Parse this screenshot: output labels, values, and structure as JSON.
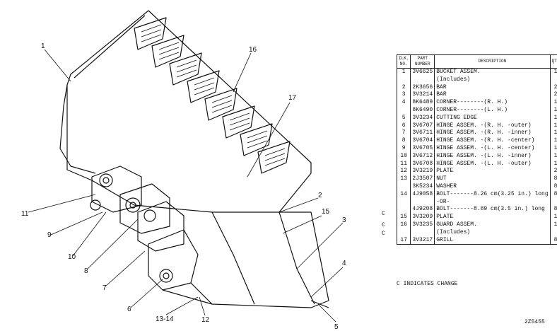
{
  "table": {
    "headers": {
      "no": "ILK. NO.",
      "part": "PART NUMBER",
      "desc": "DESCRIPTION",
      "qty": "QTY"
    },
    "rows": [
      {
        "no": "1",
        "part": "3V6625",
        "desc": "BUCKET ASSEM.",
        "qty": "1"
      },
      {
        "no": "",
        "part": "",
        "desc": "(Includes)",
        "qty": ""
      },
      {
        "no": "2",
        "part": "2K3656",
        "desc": "BAR",
        "qty": "2"
      },
      {
        "no": "3",
        "part": "3V3214",
        "desc": "BAR",
        "qty": "2"
      },
      {
        "no": "4",
        "part": "8K6489",
        "desc": "CORNER--------(R. H.)",
        "qty": "1"
      },
      {
        "no": "",
        "part": "8K6490",
        "desc": "CORNER--------(L. H.)",
        "qty": "1"
      },
      {
        "no": "5",
        "part": "3V3234",
        "desc": "CUTTING EDGE",
        "qty": "1"
      },
      {
        "no": "6",
        "part": "3V6707",
        "desc": "HINGE ASSEM. -(R. H. -outer)",
        "qty": "1"
      },
      {
        "no": "7",
        "part": "3V6711",
        "desc": "HINGE ASSEM. -(R. H. -inner)",
        "qty": "1"
      },
      {
        "no": "8",
        "part": "3V6704",
        "desc": "HINGE ASSEM. -(R. H. -center)",
        "qty": "1"
      },
      {
        "no": "9",
        "part": "3V6705",
        "desc": "HINGE ASSEM. -(L. H. -center)",
        "qty": "1"
      },
      {
        "no": "10",
        "part": "3V6712",
        "desc": "HINGE ASSEM. -(L. H. -inner)",
        "qty": "1"
      },
      {
        "no": "11",
        "part": "3V6708",
        "desc": "HINGE ASSEM. -(L. H. -outer)",
        "qty": "1"
      },
      {
        "no": "12",
        "part": "3V3219",
        "desc": "PLATE",
        "qty": "2"
      },
      {
        "no": "13",
        "part": "2J3507",
        "desc": "NUT",
        "qty": "8"
      },
      {
        "no": "",
        "part": "3K5234",
        "desc": "WASHER",
        "qty": "8"
      },
      {
        "no": "14",
        "part": "4J9058",
        "desc": "BOLT-------8.26 cm(3.25 in.) long",
        "qty": "8"
      },
      {
        "no": "",
        "part": "",
        "desc": "-OR-",
        "qty": ""
      },
      {
        "no": "",
        "part": "4J9208",
        "desc": "BOLT-------8.89 cm(3.5 in.) long",
        "qty": "8"
      },
      {
        "no": "15",
        "part": "3V3209",
        "desc": "PLATE",
        "qty": "1"
      },
      {
        "no": "16",
        "part": "3V3235",
        "desc": "GUARD ASSEM.",
        "qty": "1"
      },
      {
        "no": "",
        "part": "",
        "desc": "(Includes)",
        "qty": ""
      },
      {
        "no": "17",
        "part": "3V3217",
        "desc": "GRILL",
        "qty": "8"
      }
    ]
  },
  "change_markers": [
    "C",
    "C",
    "C"
  ],
  "footnote": "C INDICATES CHANGE",
  "doc_number": "2Z5455",
  "callouts": {
    "c1": "1",
    "c16": "16",
    "c17": "17",
    "c11": "11",
    "c9": "9",
    "c10": "10",
    "c8": "8",
    "c7": "7",
    "c6": "6",
    "c1314": "13-14",
    "c12": "12",
    "c2": "2",
    "c15": "15",
    "c3": "3",
    "c4": "4",
    "c5": "5"
  }
}
